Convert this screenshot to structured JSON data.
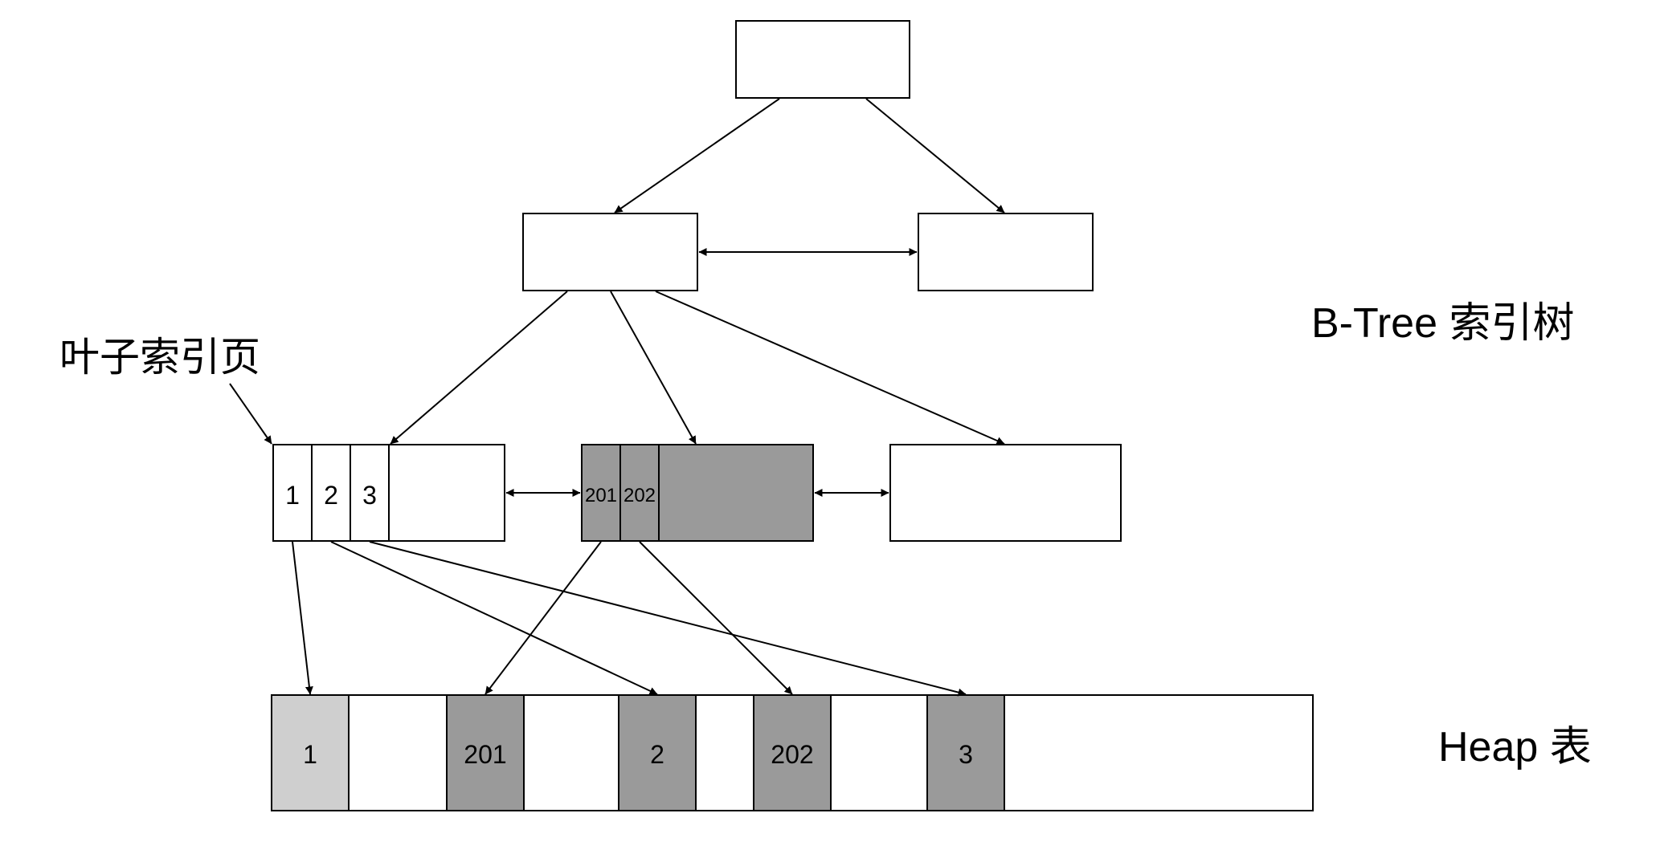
{
  "labels": {
    "btree": "B-Tree 索引树",
    "heap": "Heap 表",
    "leaf_page": "叶子索引页"
  },
  "leaf_left": {
    "keys": [
      "1",
      "2",
      "3"
    ]
  },
  "leaf_middle": {
    "keys": [
      "201",
      "202"
    ]
  },
  "heap_table": {
    "cells": [
      {
        "label": "1",
        "fill": "#cfcfcf"
      },
      {
        "label": "201",
        "fill": "#9a9a9a"
      },
      {
        "label": "2",
        "fill": "#9a9a9a"
      },
      {
        "label": "202",
        "fill": "#9a9a9a"
      },
      {
        "label": "3",
        "fill": "#9a9a9a"
      }
    ]
  },
  "colors": {
    "stroke": "#000000",
    "dark_fill": "#9a9a9a",
    "light_fill": "#cfcfcf",
    "background": "#ffffff"
  }
}
